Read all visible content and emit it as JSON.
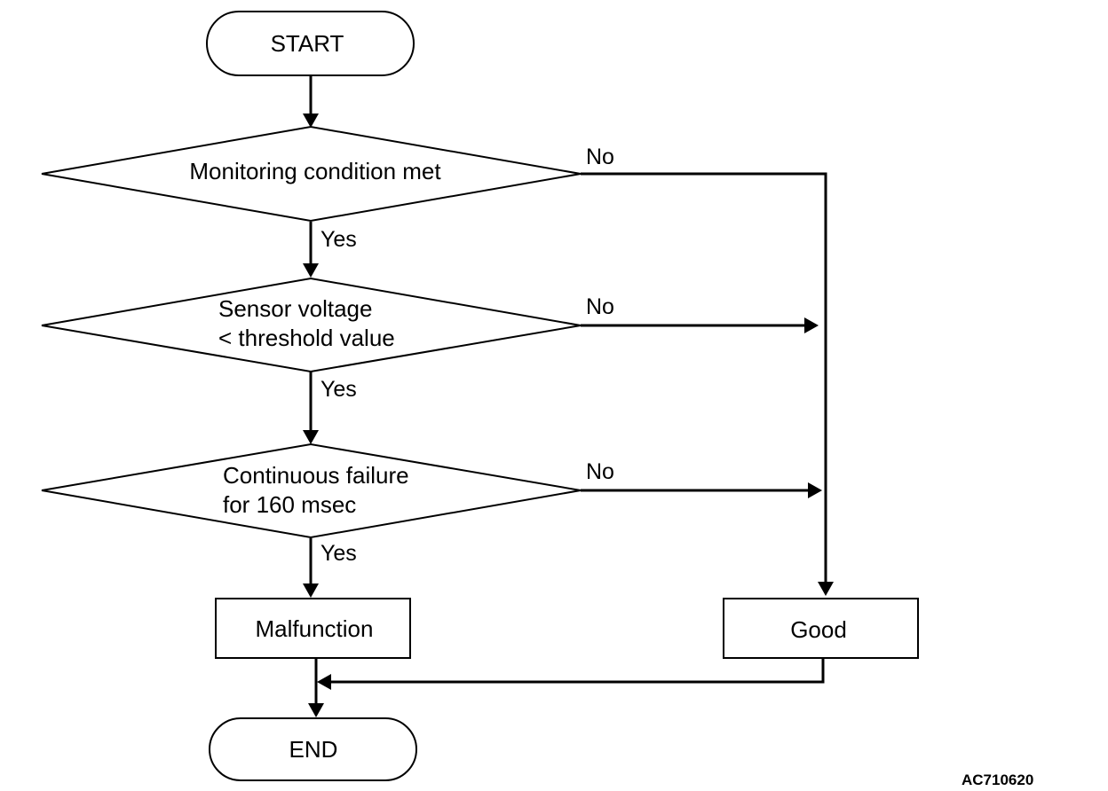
{
  "nodes": {
    "start": "START",
    "decision_monitoring": "Monitoring condition met",
    "decision_voltage": [
      "Sensor voltage",
      "< threshold value"
    ],
    "decision_continuous": [
      "Continuous failure",
      "for 160 msec"
    ],
    "malfunction": "Malfunction",
    "good": "Good",
    "end": "END"
  },
  "edge_labels": {
    "yes": "Yes",
    "no": "No"
  },
  "figure_code": "AC710620"
}
